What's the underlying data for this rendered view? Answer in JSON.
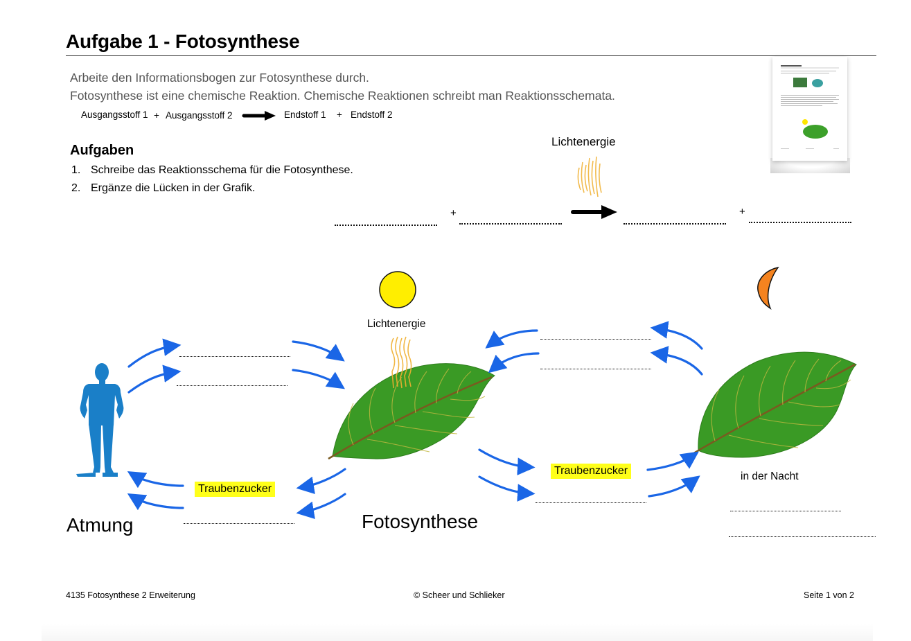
{
  "document": {
    "title": "Aufgabe 1 - Fotosynthese",
    "intro": [
      "Arbeite den Informationsbogen zur Fotosynthese durch.",
      "Fotosynthese ist eine chemische Reaktion. Chemische Reaktionen schreibt man Reaktionsschemata."
    ],
    "example_scheme": {
      "reactant_1": "Ausgangsstoff 1",
      "plus_1": "+",
      "reactant_2": "Ausgangsstoff 2",
      "arrow_icon": "right-arrow-icon",
      "product_1": "Endstoff 1",
      "plus_2": "+",
      "product_2": "Endstoff 2"
    },
    "tasks_heading": "Aufgaben",
    "tasks": [
      {
        "num": "1.",
        "text": "Schreibe das Reaktionsschema für die Fotosynthese."
      },
      {
        "num": "2.",
        "text": "Ergänze die Lücken in der Grafik."
      }
    ],
    "answer_scheme": {
      "energy_label": "Lichtenergie",
      "plus_1": "+",
      "plus_2": "+",
      "blank_count": 4
    },
    "thumbnail_icon": "document-thumbnail-icon"
  },
  "diagram": {
    "sun_icon": "sun-icon",
    "moon_icon": "moon-icon",
    "light_label": "Lichtenergie",
    "left_label": "Atmung",
    "center_label": "Fotosynthese",
    "night_label": "in der Nacht",
    "sugar_left": "Traubenzucker",
    "sugar_right": "Traubenzucker",
    "colors": {
      "arrow": "#1a66e6",
      "person": "#1a7fc8",
      "leaf": "#3a9a25",
      "sun": "#ffee00",
      "moon": "#f5831f",
      "highlight": "#ffff1a",
      "light_rays": "#f0b030"
    }
  },
  "footer": {
    "left": "4135 Fotosynthese 2 Erweiterung",
    "center": "© Scheer und Schlieker",
    "right": "Seite 1 von 2"
  }
}
